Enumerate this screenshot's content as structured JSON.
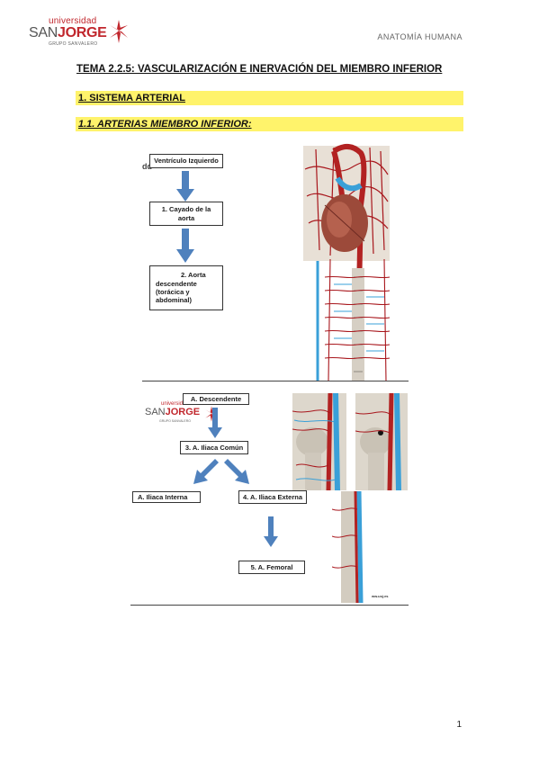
{
  "header": {
    "logo_line1": "universidad",
    "logo_line2a": "SAN",
    "logo_line2b": "JORGE",
    "logo_line3": "GRUPO SANVALERO",
    "subject": "ANATOMÍA HUMANA"
  },
  "document": {
    "title": "TEMA 2.2.5: VASCULARIZACIÓN E INERVACIÓN DEL MIEMBRO INFERIOR",
    "section1": "1. SISTEMA ARTERIAL",
    "section1_1": "1.1. ARTERIAS MIEMBRO INFERIOR:"
  },
  "figure1": {
    "box1": "Ventrículo Izquierdo",
    "box2_line1": "1. Cayado de la",
    "box2_line2": "aorta",
    "box3_line1": "2. Aorta",
    "box3_line2": "descendente",
    "box3_line3": "(torácica y",
    "box3_line4": "abdominal)"
  },
  "figure2": {
    "logo_line1": "universidad",
    "logo_line2a": "SAN",
    "logo_line2b": "JORGE",
    "logo_line3": "GRUPO SANVALERO",
    "box1": "A. Descendente",
    "box2": "3. A. Iliaca Común",
    "box3": "A. Iliaca Interna",
    "box4": "4. A. Iliaca Externa",
    "box5": "5. A. Femoral",
    "credit": "ww.usj.es"
  },
  "footer": {
    "page_number": "1"
  },
  "colors": {
    "highlight": "#fff36b",
    "arrow": "#4f81bd",
    "brand_red": "#c1272d",
    "artery": "#b22222",
    "vein": "#3aa0d8"
  }
}
